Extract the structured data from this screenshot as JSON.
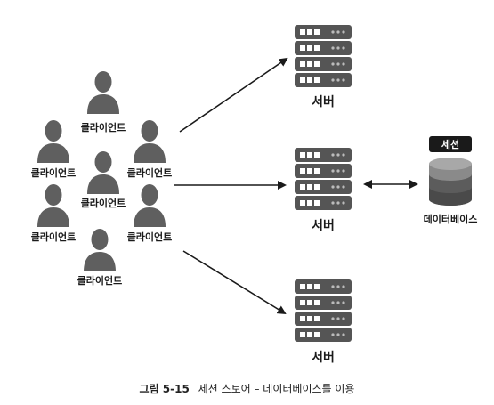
{
  "clients": [
    {
      "label": "클라이언트"
    },
    {
      "label": "클라이언트"
    },
    {
      "label": "클라이언트"
    },
    {
      "label": "클라이언트"
    },
    {
      "label": "클라이언트"
    },
    {
      "label": "클라이언트"
    },
    {
      "label": "클라이언트"
    }
  ],
  "servers": [
    {
      "label": "서버"
    },
    {
      "label": "서버"
    },
    {
      "label": "서버"
    }
  ],
  "database": {
    "label": "데이터베이스",
    "badge": "세션"
  },
  "caption": {
    "figure": "그림 5-15",
    "text": "세션 스토어 – 데이터베이스를 이용"
  },
  "colors": {
    "icon": "#5f5f5f",
    "server": "#555555",
    "db_top": "#9a9a9a",
    "badge_bg": "#1a1a1a"
  }
}
